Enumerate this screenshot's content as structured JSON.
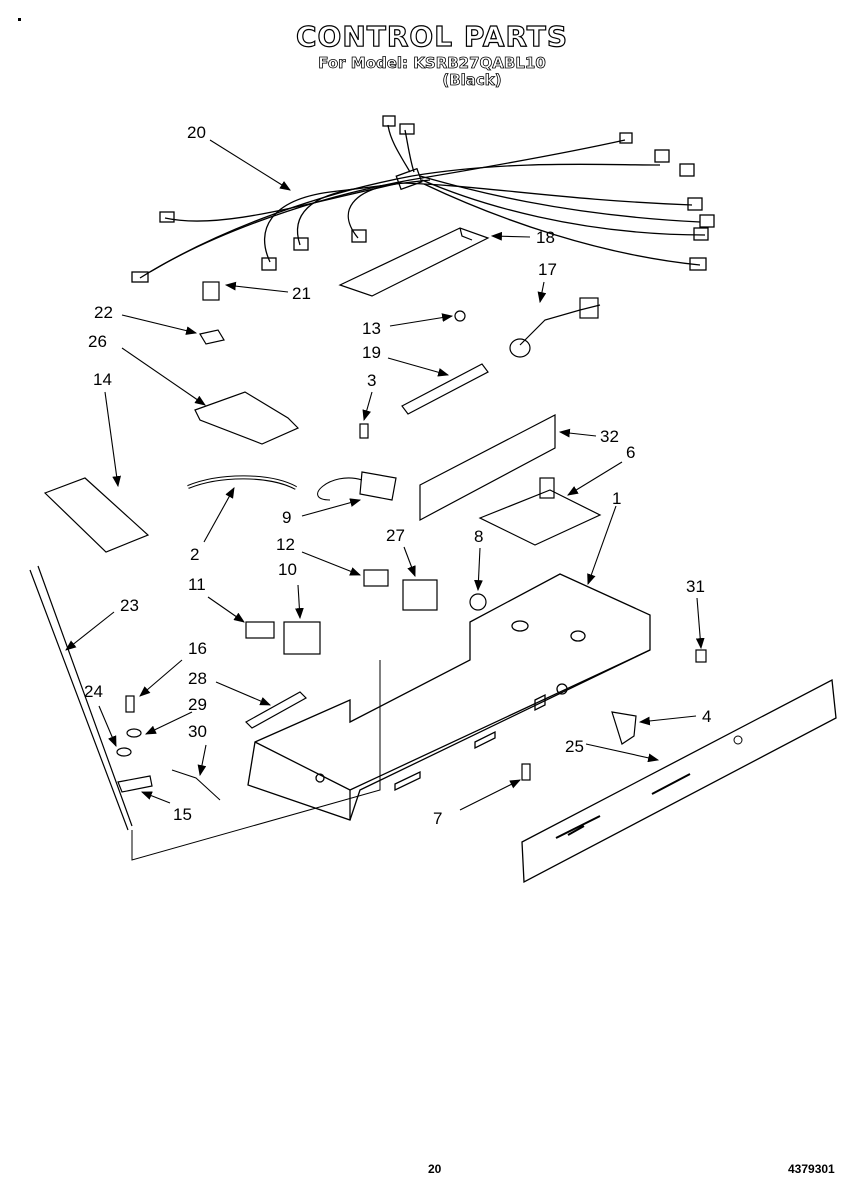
{
  "header": {
    "title": "CONTROL PARTS",
    "model_line": "For Model: KSRB27QABL10",
    "color_line": "(Black)"
  },
  "callouts": [
    "20",
    "18",
    "17",
    "21",
    "22",
    "13",
    "26",
    "19",
    "14",
    "3",
    "32",
    "6",
    "9",
    "1",
    "2",
    "12",
    "27",
    "8",
    "11",
    "10",
    "31",
    "23",
    "16",
    "28",
    "24",
    "29",
    "4",
    "30",
    "25",
    "15",
    "7"
  ],
  "footer": {
    "page_number": "20",
    "doc_number": "4379301"
  }
}
